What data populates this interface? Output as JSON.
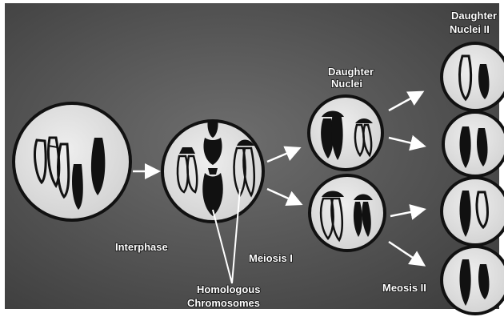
{
  "labels": {
    "interphase": "Interphase",
    "meiosis_1": "Meiosis I",
    "meiosis_2": "Meosis II",
    "homologous_line1": "Homologous",
    "homologous_line2": "Chromosomes",
    "daughter_nuclei_1_line1": "Daughter",
    "daughter_nuclei_1_line2": "Nuclei",
    "daughter_nuclei_2_line1": "Daughter",
    "daughter_nuclei_2_line2": "Nuclei II"
  }
}
